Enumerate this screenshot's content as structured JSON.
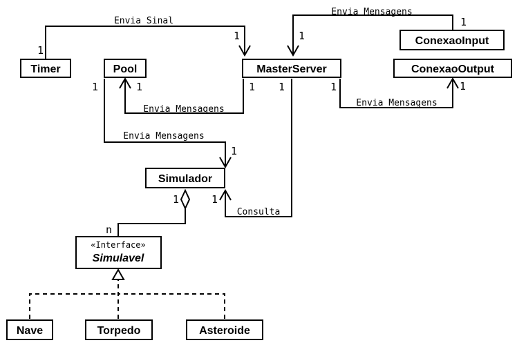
{
  "classes": {
    "timer": "Timer",
    "pool": "Pool",
    "masterserver": "MasterServer",
    "conexaoinput": "ConexaoInput",
    "conexaooutput": "ConexaoOutput",
    "simulador": "Simulador",
    "simulavel": "Simulavel",
    "nave": "Nave",
    "torpedo": "Torpedo",
    "asteroide": "Asteroide"
  },
  "stereotypes": {
    "simulavel": "«Interface»"
  },
  "associations": {
    "timer_master": "Envia Sinal",
    "input_master": "Envia Mensagens",
    "master_pool": "Envia Mensagens",
    "master_output": "Envia Mensagens",
    "pool_simulador": "Envia Mensagens",
    "master_simulador": "Consulta"
  },
  "multiplicities": {
    "timer_end": "1",
    "master_from_timer": "1",
    "master_from_input": "1",
    "input_end": "1",
    "pool_out": "1",
    "pool_in": "1",
    "master_to_pool": "1",
    "master_to_sim": "1",
    "master_to_output": "1",
    "output_end": "1",
    "sim_from_pool": "1",
    "sim_aggregate": "1",
    "sim_from_master": "1",
    "simulavel_end": "n"
  }
}
